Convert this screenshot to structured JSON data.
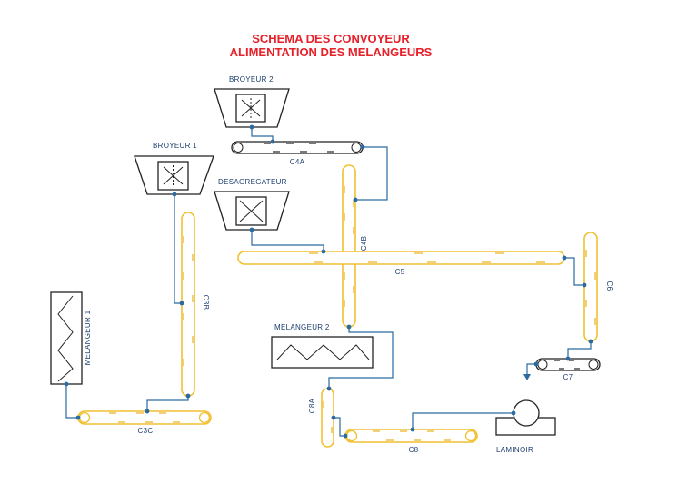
{
  "title": {
    "line1": "SCHEMA DES CONVOYEUR",
    "line2": "ALIMENTATION DES MELANGEURS"
  },
  "equipment": {
    "broyeur1": "BROYEUR 1",
    "broyeur2": "BROYEUR 2",
    "desagregateur": "DESAGREGATEUR",
    "melangeur1": "MELANGEUR 1",
    "melangeur2": "MELANGEUR 2",
    "laminoir": "LAMINOIR"
  },
  "conveyors": {
    "c4a": "C4A",
    "c4b": "C4B",
    "c5": "C5",
    "c6": "C6",
    "c7": "C7",
    "c3b": "C3B",
    "c3c": "C3C",
    "c8a": "C8A",
    "c8": "C8"
  },
  "colors": {
    "title": "#e8202a",
    "belt": "#f0c030",
    "flow": "#2a6aa0",
    "label": "#1c3d6e"
  }
}
